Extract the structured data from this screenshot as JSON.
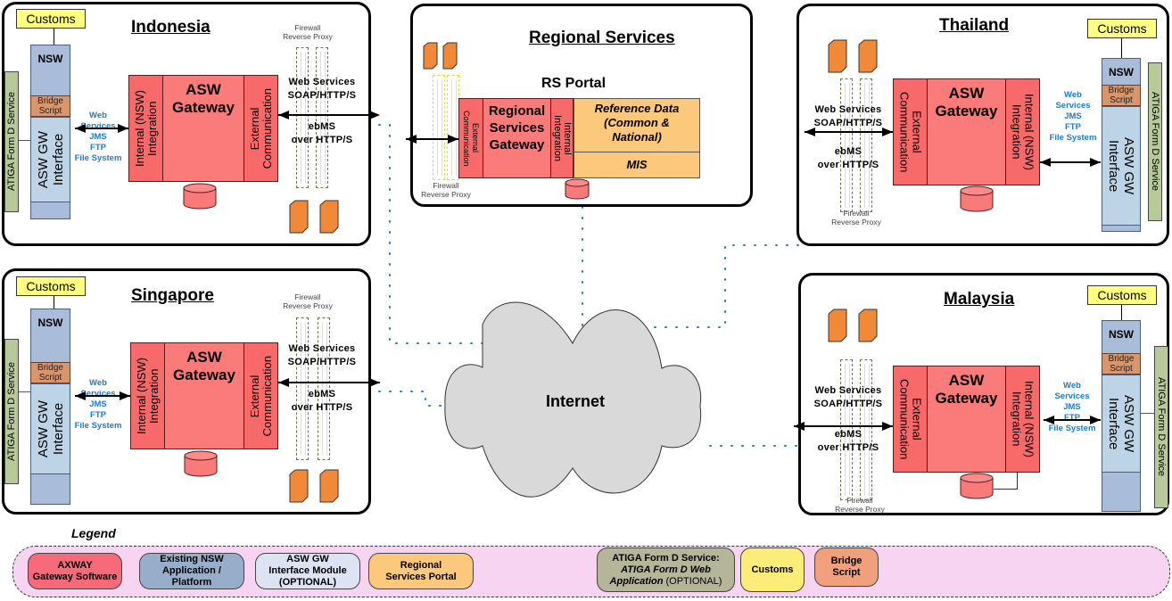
{
  "countries": {
    "indonesia": {
      "title": "Indonesia"
    },
    "singapore": {
      "title": "Singapore"
    },
    "thailand": {
      "title": "Thailand"
    },
    "malaysia": {
      "title": "Malaysia"
    }
  },
  "common": {
    "customs": "Customs",
    "nsw": "NSW",
    "bridge_script_l1": "Bridge",
    "bridge_script_l2": "Script",
    "asw_gw_interface_l1": "ASW GW",
    "asw_gw_interface_l2": "Interface",
    "atiga_service": "ATIGA Form D Service",
    "gateway_l1": "ASW",
    "gateway_l2": "Gateway",
    "internal_integration_l1": "Internal (NSW)",
    "internal_integration_l2": "Integration",
    "external_comm_l1": "External",
    "external_comm_l2": "Communication",
    "protocols": [
      "Web",
      "Services",
      "JMS",
      "FTP",
      "File System"
    ],
    "ws_l1": "Web Services",
    "ws_l2": "SOAP/HTTP/S",
    "ebms_l1": "ebMS",
    "ebms_l2": "over HTTP/S",
    "firewall_l1": "Firewall",
    "firewall_l2": "Reverse Proxy"
  },
  "regional": {
    "title": "Regional Services",
    "portal_title": "RS Portal",
    "gateway_l1": "Regional",
    "gateway_l2": "Services",
    "gateway_l3": "Gateway",
    "external_l1": "External",
    "external_l2": "Communication",
    "internal_l1": "Internal",
    "internal_l2": "Integration",
    "reference_l1": "Reference Data",
    "reference_l2": "(Common &",
    "reference_l3": "National)",
    "mis": "MIS"
  },
  "internet": {
    "label": "Internet"
  },
  "legend": {
    "title": "Legend",
    "items": [
      {
        "l1": "AXWAY",
        "l2": "Gateway Software",
        "color": "#f86a7a"
      },
      {
        "l1": "Existing NSW",
        "l2": "Application /",
        "l3": "Platform",
        "color": "#97aecb"
      },
      {
        "l1": "ASW GW",
        "l2": "Interface Module",
        "l3": "(OPTIONAL)",
        "color": "#dde3f3"
      },
      {
        "l1": "Regional",
        "l2": "Services Portal",
        "color": "#fcc87c"
      },
      {
        "l1": "ATIGA Form D Service:",
        "l2": "ATIGA Form D Web",
        "l3a": "Application",
        "l3b": " (OPTIONAL)",
        "color": "#b5b59a"
      },
      {
        "l1": "Customs",
        "color": "#fcec78"
      },
      {
        "l1": "Bridge",
        "l2": "Script",
        "color": "#f0a07a"
      }
    ]
  },
  "colors": {
    "gateway": "#fb7b7b",
    "nsw": "#a9bcd9",
    "interface": "#bcd4e6",
    "portal": "#fcc87c",
    "customs": "#ffff80",
    "bridge": "#d9956b",
    "atiga": "#b8c99a",
    "link_dotted": "#1f7bc4",
    "legend_bg": "#f7d5f2"
  }
}
